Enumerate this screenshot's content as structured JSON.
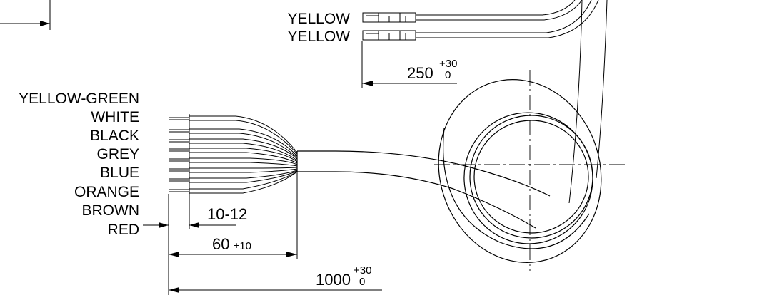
{
  "connector_labels": [
    "YELLOW",
    "YELLOW"
  ],
  "wire_labels": [
    "YELLOW-GREEN",
    "WHITE",
    "BLACK",
    "GREY",
    "BLUE",
    "ORANGE",
    "BROWN",
    "RED"
  ],
  "dimensions": {
    "strip_length": "10-12",
    "jacket_strip": {
      "value": "60",
      "tolerance": "±10"
    },
    "cable_length": {
      "value": "1000",
      "tol_upper": "+30",
      "tol_lower": "0"
    },
    "lead_length": {
      "value": "250",
      "tol_upper": "+30",
      "tol_lower": "0"
    }
  }
}
